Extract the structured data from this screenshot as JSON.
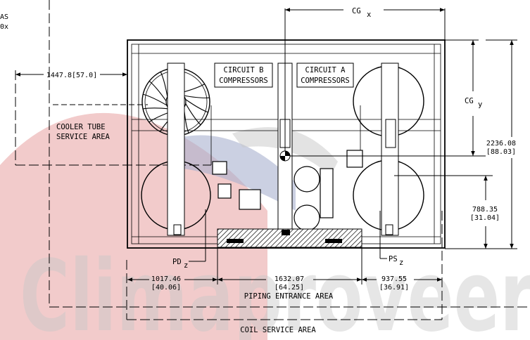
{
  "partial_text": "AS\n0x",
  "watermark": "Climaproveer",
  "labels": {
    "circuit_b": [
      "CIRCUIT B",
      "COMPRESSORS"
    ],
    "circuit_a": [
      "CIRCUIT A",
      "COMPRESSORS"
    ],
    "cooler_tube": [
      "COOLER TUBE",
      "SERVICE AREA"
    ],
    "piping_entrance": "PIPING ENTRANCE AREA",
    "coil_service": "COIL SERVICE AREA"
  },
  "dimensions": {
    "left_offset": "1447.8[57.0]",
    "height_total": [
      "2236.08",
      "[88.03]"
    ],
    "height_lower": [
      "788.35",
      "[31.04]"
    ],
    "width_left": [
      "1017.46",
      "[40.06]"
    ],
    "width_center": [
      "1632.07",
      "[64.25]"
    ],
    "width_right": [
      "937.55",
      "[36.91]"
    ]
  },
  "symbols": {
    "cg_x": "CG",
    "cg_x_sub": "x",
    "cg_y": "CG",
    "cg_y_sub": "y",
    "pd_z": "PD",
    "pd_z_sub": "z",
    "ps_z": "PS",
    "ps_z_sub": "z"
  },
  "colors": {
    "watermark_red": "#e7a0a0",
    "watermark_blue": "#a8b0cf",
    "watermark_gray": "#c8c8c8"
  }
}
